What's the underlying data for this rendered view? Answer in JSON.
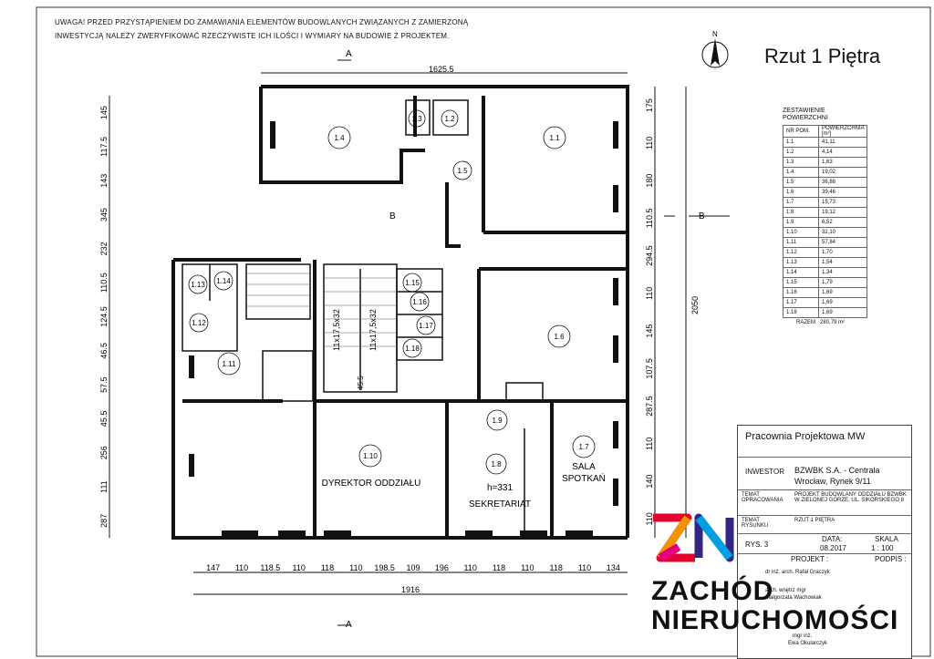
{
  "warning": {
    "line1": "UWAGA! PRZED PRZYSTĄPIENIEM DO ZAMAWIANIA ELEMENTÓW BUDOWLANYCH ZWIĄZANYCH Z ZAMIERZONĄ",
    "line2": "INWESTYCJĄ NALEŻY ZWERYFIKOWAĆ RZECZYWISTE ICH ILOŚCI I WYMIARY NA BUDOWIE Z PROJEKTEM."
  },
  "title": "Rzut 1 Piętra",
  "north": "N",
  "sections": {
    "a": "A",
    "b": "B"
  },
  "dims": {
    "top_total": "1625.5",
    "bottom_total": "1916",
    "right_total": "2050",
    "bottom_segments": [
      "147",
      "110",
      "118.5",
      "110",
      "118",
      "110",
      "198.5",
      "109",
      "196",
      "110",
      "118",
      "110",
      "118",
      "110",
      "134"
    ],
    "left_segments": [
      "145",
      "117.5",
      "143",
      "345",
      "232",
      "110.5",
      "124.5",
      "46.5",
      "57.5",
      "45.5",
      "256",
      "111",
      "287"
    ],
    "right_segments": [
      "175",
      "110",
      "180",
      "110.5",
      "294.5",
      "110",
      "145",
      "107.5",
      "287.5",
      "110",
      "140",
      "110"
    ]
  },
  "rooms": [
    {
      "id": "1.1"
    },
    {
      "id": "1.2"
    },
    {
      "id": "1.3"
    },
    {
      "id": "1.4"
    },
    {
      "id": "1.5"
    },
    {
      "id": "1.6"
    },
    {
      "id": "1.7"
    },
    {
      "id": "1.8"
    },
    {
      "id": "1.9"
    },
    {
      "id": "1.10"
    },
    {
      "id": "1.11"
    },
    {
      "id": "1.12"
    },
    {
      "id": "1.13"
    },
    {
      "id": "1.14"
    },
    {
      "id": "1.15"
    },
    {
      "id": "1.16"
    },
    {
      "id": "1.17"
    },
    {
      "id": "1.18"
    }
  ],
  "room_labels": {
    "director": "DYREKTOR ODDZIAŁU",
    "secretariat": "SEKRETARIAT",
    "height": "h=331",
    "meeting1": "SALA",
    "meeting2": "SPOTKAŃ",
    "stairs1": "11x17,5x32",
    "stairs2": "11x17,5x32",
    "stair_dim": "45.5"
  },
  "area_table": {
    "title1": "ZESTAWIENIE",
    "title2": "POWIERZCHNI",
    "col1": "NR POM.",
    "col2": "POWIERZCHNIA [m²]",
    "rows": [
      {
        "nr": "1.1",
        "area": "41,11"
      },
      {
        "nr": "1.2",
        "area": "4,14"
      },
      {
        "nr": "1.3",
        "area": "1,63"
      },
      {
        "nr": "1.4",
        "area": "19,02"
      },
      {
        "nr": "1.5",
        "area": "36,88"
      },
      {
        "nr": "1.6",
        "area": "39,46"
      },
      {
        "nr": "1.7",
        "area": "15,73"
      },
      {
        "nr": "1.8",
        "area": "19,12"
      },
      {
        "nr": "1.9",
        "area": "6,52"
      },
      {
        "nr": "1.10",
        "area": "32,10"
      },
      {
        "nr": "1.11",
        "area": "57,84"
      },
      {
        "nr": "1.12",
        "area": "1,70"
      },
      {
        "nr": "1.13",
        "area": "1,54"
      },
      {
        "nr": "1.14",
        "area": "1,34"
      },
      {
        "nr": "1.15",
        "area": "1,79"
      },
      {
        "nr": "1.16",
        "area": "1,69"
      },
      {
        "nr": "1.17",
        "area": "1,69"
      },
      {
        "nr": "1.18",
        "area": "1,69"
      }
    ],
    "total_label": "RAZEM",
    "total": "280,79 m²"
  },
  "title_block": {
    "firm": "Pracownia Projektowa MW",
    "investor_label": "INWESTOR",
    "investor1": "BZWBK S.A. - Centrala",
    "investor2": "Wrocław, Rynek 9/11",
    "subject_label": "TEMAT OPRACOWANIA",
    "subject": "PROJEKT BUDOWLANY ODDZIAŁU BZWBK W ZIELONEJ GÓRZE, UL. SIKORSKIEGO 8",
    "drawing_label": "TEMAT RYSUNKU",
    "drawing": "RZUT 1 PIĘTRA",
    "sheet": "RYS. 3",
    "date_label": "DATA:",
    "date": "08.2017",
    "scale_label": "SKALA",
    "scale": "1 : 100",
    "project_label": "PROJEKT :",
    "signature_label": "PODPIS :",
    "designer1": "dr inż. arch. Rafał Graczyk",
    "designer2": "arch. wnętrz mgr",
    "designer3": "Małgorzata Wachowiak",
    "designer4": "mgr inż.",
    "designer5": "Ewa Okularczyk"
  },
  "brand": {
    "line1": "ZACHÓD",
    "line2": "NIERUCHOMOŚCI",
    "colors": [
      "#e4032e",
      "#f39200",
      "#009fe3",
      "#312783",
      "#e6007e"
    ]
  }
}
